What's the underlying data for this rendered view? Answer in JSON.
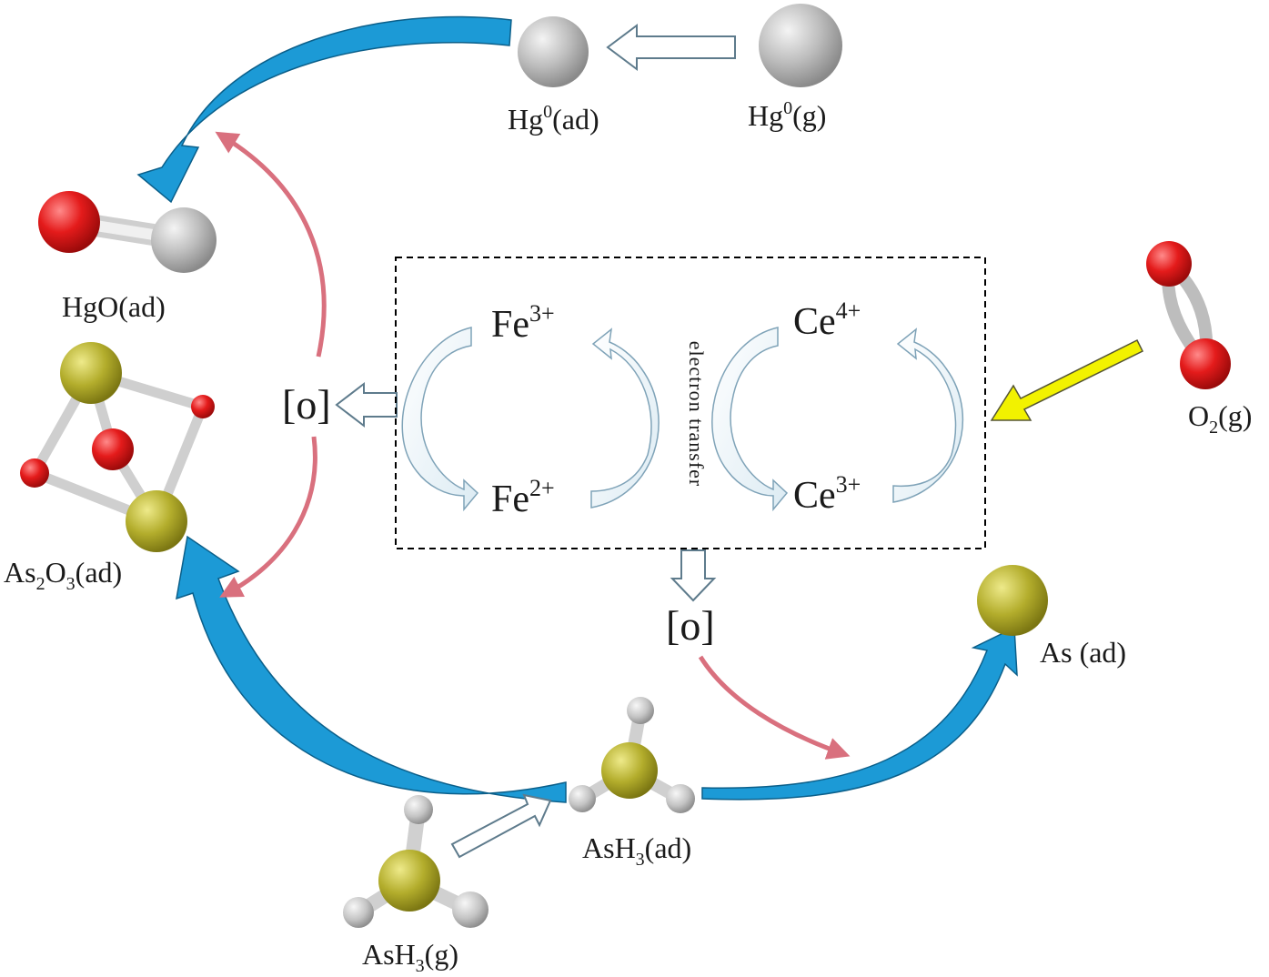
{
  "species": {
    "hg_ad": {
      "base": "Hg",
      "sup": "0",
      "tail": "(ad)"
    },
    "hg_g": {
      "base": "Hg",
      "sup": "0",
      "tail": "(g)"
    },
    "hgo_ad": {
      "text": "HgO(ad)"
    },
    "as2o3_ad": {
      "p1": "As",
      "s1": "2",
      "p2": "O",
      "s2": "3",
      "tail": "(ad)"
    },
    "o2_g": {
      "base": "O",
      "sub": "2",
      "tail": "(g)"
    },
    "as_ad": {
      "text": "As (ad)"
    },
    "ash3_ad": {
      "base": "AsH",
      "sub": "3",
      "tail": "(ad)"
    },
    "ash3_g": {
      "base": "AsH",
      "sub": "3",
      "tail": "(g)"
    }
  },
  "redox_box": {
    "fe3": {
      "base": "Fe",
      "sup": "3+"
    },
    "fe2": {
      "base": "Fe",
      "sup": "2+"
    },
    "ce4": {
      "base": "Ce",
      "sup": "4+"
    },
    "ce3": {
      "base": "Ce",
      "sup": "3+"
    },
    "electron_transfer": "electron transfer"
  },
  "oxygen_labels": {
    "left": "[o]",
    "bottom": "[o]"
  },
  "colors": {
    "blue_arrow": "#1c9ad6",
    "pink_arrow": "#d9707e",
    "yellow_arrow": "#f2f200",
    "hg_atom": "#b9b9b9",
    "o_atom": "#e01c1c",
    "as_atom": "#b3ad2c",
    "h_atom": "#bdbdbd",
    "bond": "#d4d4d4",
    "box_border": "#000000"
  }
}
